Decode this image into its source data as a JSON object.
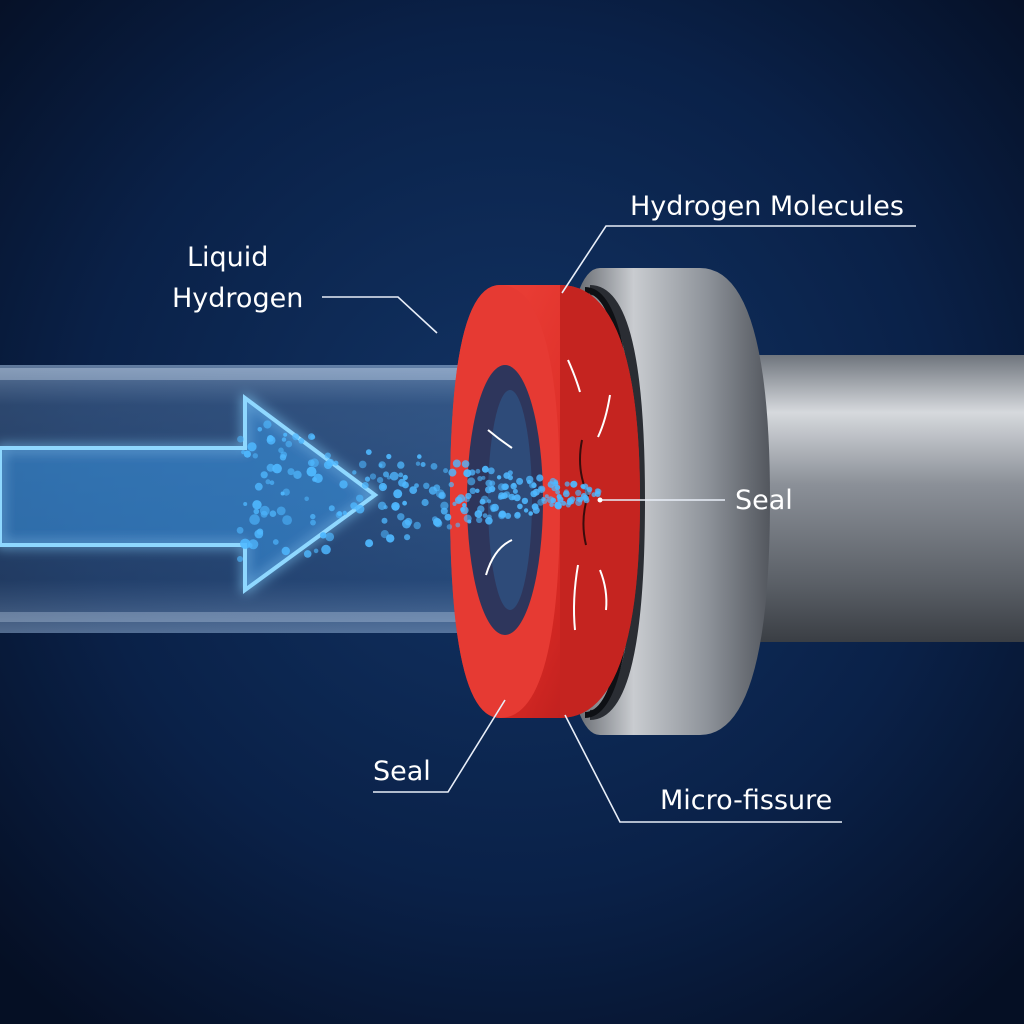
{
  "labels": {
    "liquid_hydrogen_line1": "Liquid",
    "liquid_hydrogen_line2": "Hydrogen",
    "hydrogen_molecules": "Hydrogen Molecules",
    "seal_right": "Seal",
    "seal_bottom": "Seal",
    "micro_fissure": "Micro-fissure"
  },
  "colors": {
    "background": "#0b2550",
    "seal_red": "#e0322c",
    "hydrogen_blue": "#4fb8ff",
    "metal": "#9aa0a8"
  }
}
